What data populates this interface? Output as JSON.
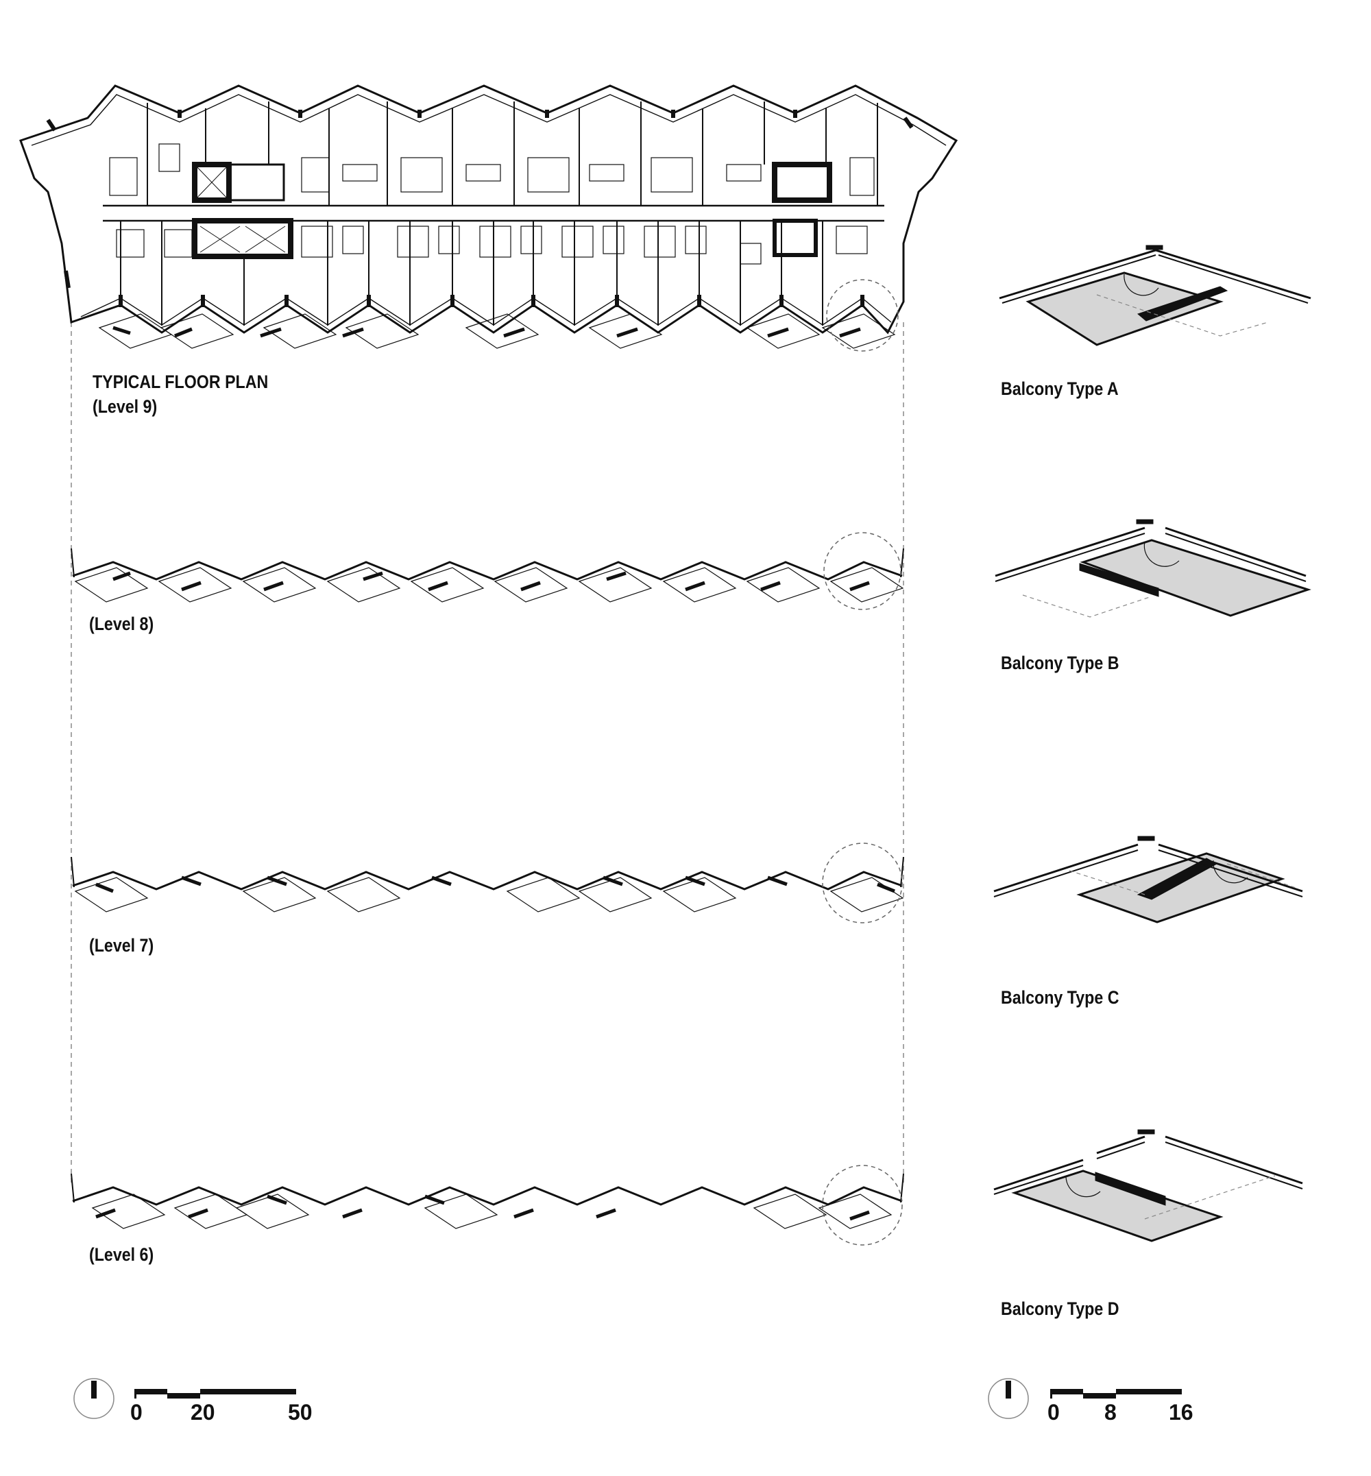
{
  "plan": {
    "title": "TYPICAL FLOOR PLAN",
    "levels": [
      "(Level 9)",
      "(Level 8)",
      "(Level 7)",
      "(Level 6)"
    ]
  },
  "balconies": [
    {
      "label": "Balcony Type A"
    },
    {
      "label": "Balcony Type B"
    },
    {
      "label": "Balcony Type C"
    },
    {
      "label": "Balcony Type D"
    }
  ],
  "scale_bars": [
    {
      "ticks": [
        "0",
        "20",
        "50"
      ]
    },
    {
      "ticks": [
        "0",
        "8",
        "16"
      ]
    }
  ],
  "icons": [
    "north-arrow-icon"
  ],
  "colors": {
    "ink": "#111111",
    "balcony_fill": "#d6d6d6",
    "guide": "#888888"
  }
}
